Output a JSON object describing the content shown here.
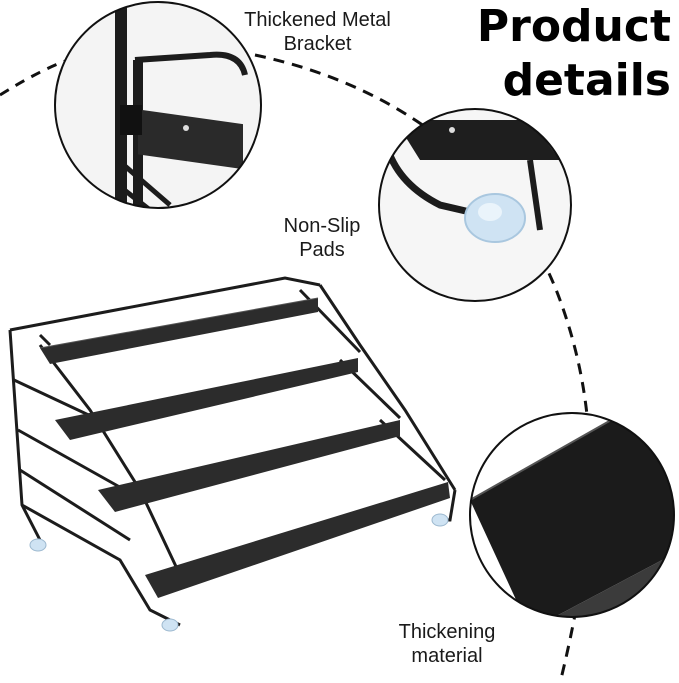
{
  "header": {
    "title_line1": "Product",
    "title_line2": "details"
  },
  "callouts": {
    "bracket": [
      "Thickened Metal",
      "Bracket"
    ],
    "pads": [
      "Non-Slip",
      "Pads"
    ],
    "material": [
      "Thickening",
      "material"
    ]
  },
  "colors": {
    "metal": "#1c1c1c",
    "shelf_top": "#3a3a3a",
    "background": "#ffffff",
    "pad": "#cfe3f3"
  }
}
